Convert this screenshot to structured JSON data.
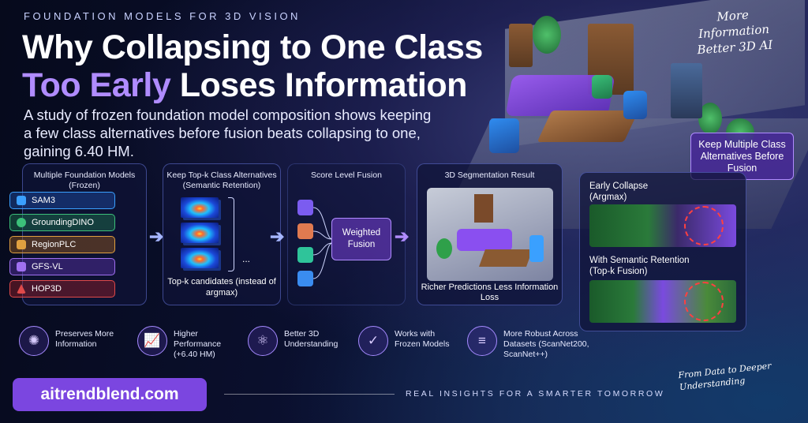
{
  "eyebrow": "FOUNDATION MODELS FOR 3D VISION",
  "title_line1": "Why Collapsing to One Class",
  "title_accent": "Too Early",
  "title_line2_rest": " Loses Information",
  "subtitle": "A study of frozen foundation model composition shows keeping a few class alternatives before fusion beats collapsing to one, gaining 6.40 HM.",
  "handwritten_top": "More Information Better 3D AI",
  "handwritten_bottom": "From Data to Deeper Understanding",
  "models_panel": {
    "heading": "Multiple Foundation Models (Frozen)",
    "models": [
      {
        "label": "SAM3",
        "color": "#3aa0ff",
        "icon": "meta-icon"
      },
      {
        "label": "GroundingDINO",
        "color": "#3cc07a",
        "icon": "paw-icon"
      },
      {
        "label": "RegionPLC",
        "color": "#e0a040",
        "icon": "cube-icon"
      },
      {
        "label": "GFS-VL",
        "color": "#a070f0",
        "icon": "image-icon"
      },
      {
        "label": "HOP3D",
        "color": "#e04a4a",
        "icon": "warning-icon"
      }
    ]
  },
  "topk_panel": {
    "heading": "Keep Top-k Class Alternatives (Semantic Retention)",
    "ellipsis": "...",
    "caption": "Top-k candidates (instead of argmax)"
  },
  "score_panel": {
    "heading": "Score Level Fusion",
    "fusion_label": "Weighted Fusion",
    "chip_colors": [
      "#7b5cf0",
      "#e07a50",
      "#2fc49a",
      "#3a8cf0"
    ]
  },
  "seg_panel": {
    "heading": "3D Segmentation Result",
    "caption": "Richer Predictions Less Information Loss"
  },
  "callout": "Keep Multiple Class Alternatives Before Fusion",
  "compare_panel": {
    "early_label": "Early Collapse (Argmax)",
    "retention_label": "With Semantic Retention (Top-k Fusion)"
  },
  "features": [
    {
      "label": "Preserves More Information",
      "icon": "brain-icon"
    },
    {
      "label": "Higher Performance (+6.40 HM)",
      "icon": "chart-icon"
    },
    {
      "label": "Better 3D Understanding",
      "icon": "network-icon"
    },
    {
      "label": "Works with Frozen Models",
      "icon": "shield-icon"
    },
    {
      "label": "More Robust Across Datasets (ScanNet200, ScanNet++)",
      "icon": "database-icon"
    }
  ],
  "url": "aitrendblend.com",
  "tagline": "REAL INSIGHTS FOR A SMARTER TOMORROW",
  "colors": {
    "accent": "#b08cff",
    "button": "#7b46e0",
    "background": "#070b1e"
  }
}
